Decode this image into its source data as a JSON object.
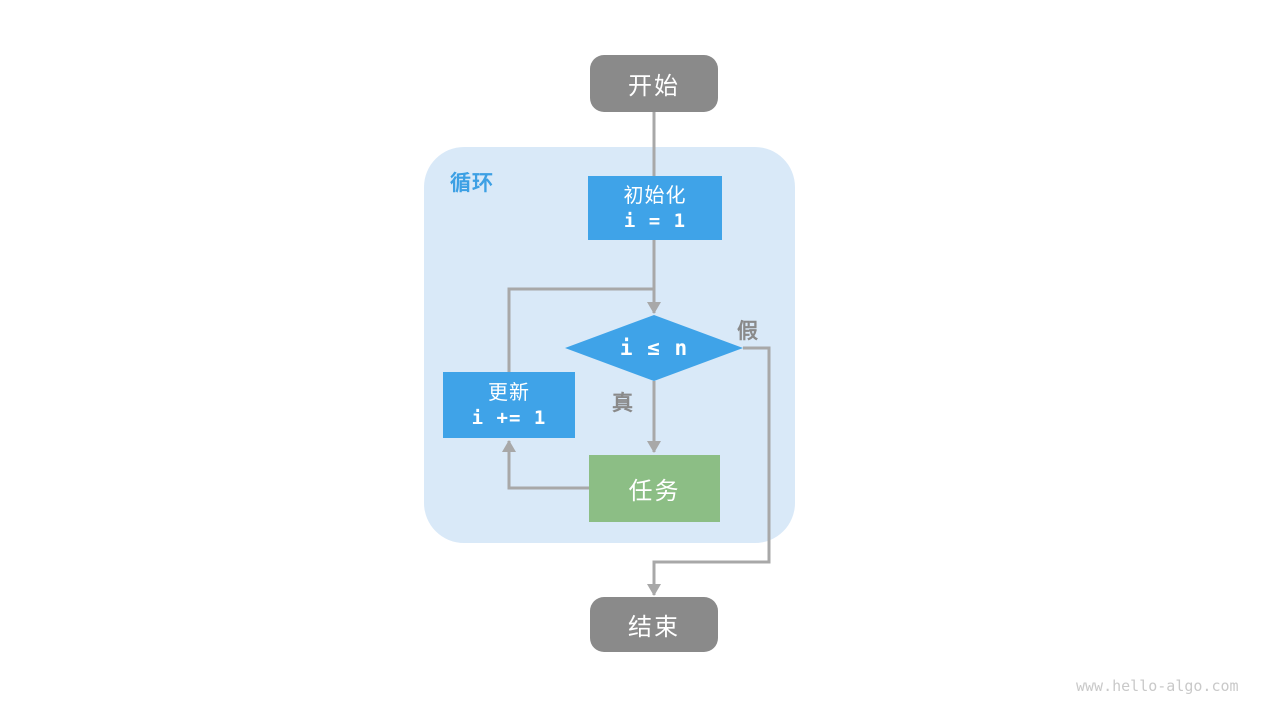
{
  "diagram": {
    "start_node": {
      "label": "开始"
    },
    "loop_container": {
      "label": "循环"
    },
    "init_node": {
      "title": "初始化",
      "code": "i = 1"
    },
    "condition_node": {
      "code": "i ≤ n"
    },
    "update_node": {
      "title": "更新",
      "code": "i += 1"
    },
    "task_node": {
      "label": "任务"
    },
    "end_node": {
      "label": "结束"
    },
    "branch_labels": {
      "true": "真",
      "false": "假"
    }
  },
  "watermark": "www.hello-algo.com",
  "colors": {
    "node_gray": "#8a8a8a",
    "node_blue": "#3fa3e8",
    "node_green": "#8cbe85",
    "loop_container_bg": "#d9e9f8",
    "loop_label_blue": "#3da0e4",
    "edge_gray": "#a8a8a8",
    "branch_label_gray": "#8a8a8a",
    "watermark_gray": "#c9c9c9",
    "node_text": "#ffffff"
  }
}
